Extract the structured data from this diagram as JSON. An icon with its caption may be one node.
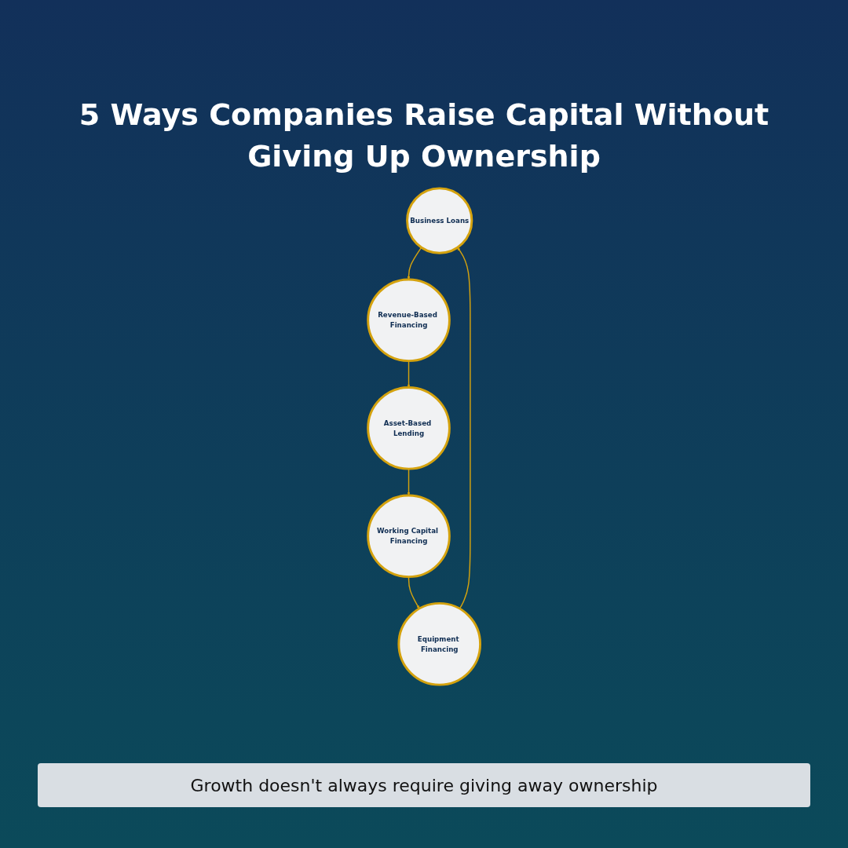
{
  "diagram": {
    "title": "5 Ways Companies Raise Capital Without Giving Up Ownership",
    "caption": "Growth doesn't always require giving away ownership",
    "nodes": [
      {
        "text": [
          "Business Loans"
        ]
      },
      {
        "text": [
          "Revenue-Based Financing"
        ]
      },
      {
        "text": [
          "Equipment Financing"
        ]
      },
      {
        "text": [
          "Asset-Based Lending"
        ]
      },
      {
        "text": [
          "Working Capital Financing"
        ]
      }
    ],
    "edges": [
      {
        "from": 0,
        "to": 1,
        "arrow": "to"
      },
      {
        "from": 1,
        "to": 3,
        "arrow": "to"
      },
      {
        "from": 3,
        "to": 4,
        "arrow": "to"
      },
      {
        "from": 4,
        "to": 2,
        "arrow": "to"
      },
      {
        "from": 2,
        "to": 0,
        "arrow": "to"
      }
    ]
  }
}
